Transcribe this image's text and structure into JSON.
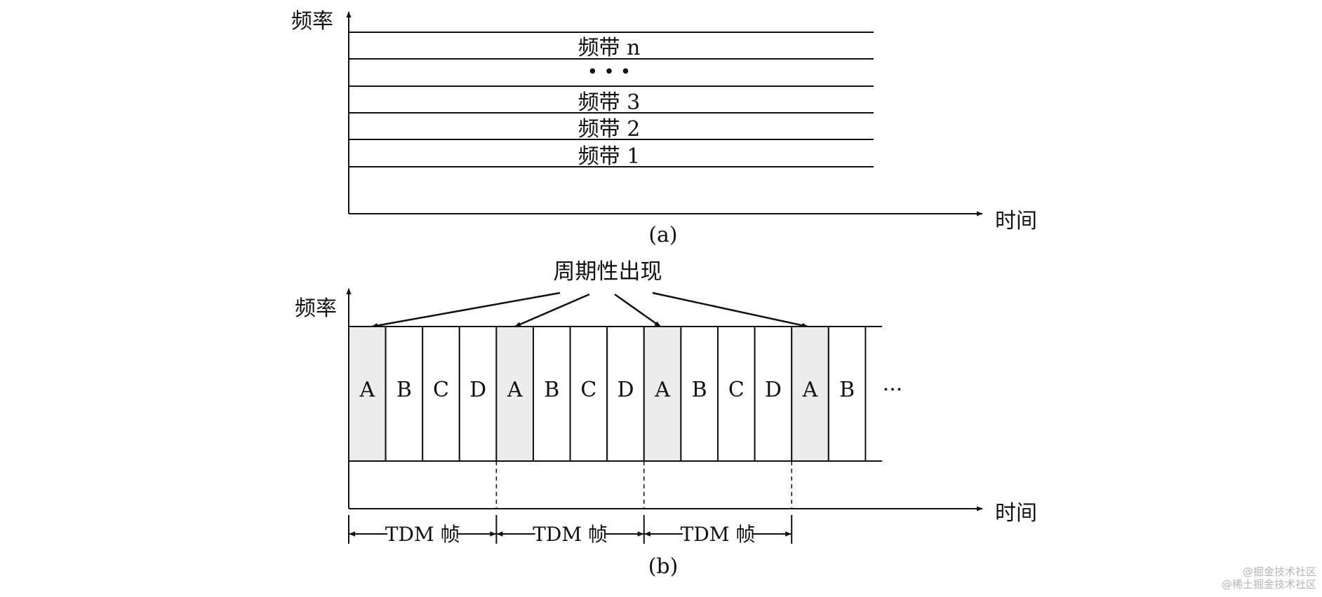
{
  "diagram_a": {
    "y_axis_label": "频率",
    "x_axis_label": "时间",
    "bands": [
      "频带 n",
      "• • •",
      "频带 3",
      "频带 2",
      "频带 1"
    ],
    "caption": "(a)"
  },
  "diagram_b": {
    "y_axis_label": "频率",
    "x_axis_label": "时间",
    "annotation": "周期性出现",
    "slots": [
      "A",
      "B",
      "C",
      "D",
      "A",
      "B",
      "C",
      "D",
      "A",
      "B",
      "C",
      "D",
      "A",
      "B"
    ],
    "ellipsis": "···",
    "frame_label": "TDM 帧",
    "frame_count": 3,
    "slots_per_frame": 4,
    "caption": "(b)"
  },
  "watermark": [
    "@掘金技术社区",
    "@稀土掘金技术社区"
  ],
  "colors": {
    "ink": "#111111",
    "slot_a_fill": "#ececec",
    "watermark": "#b5b5b5"
  }
}
